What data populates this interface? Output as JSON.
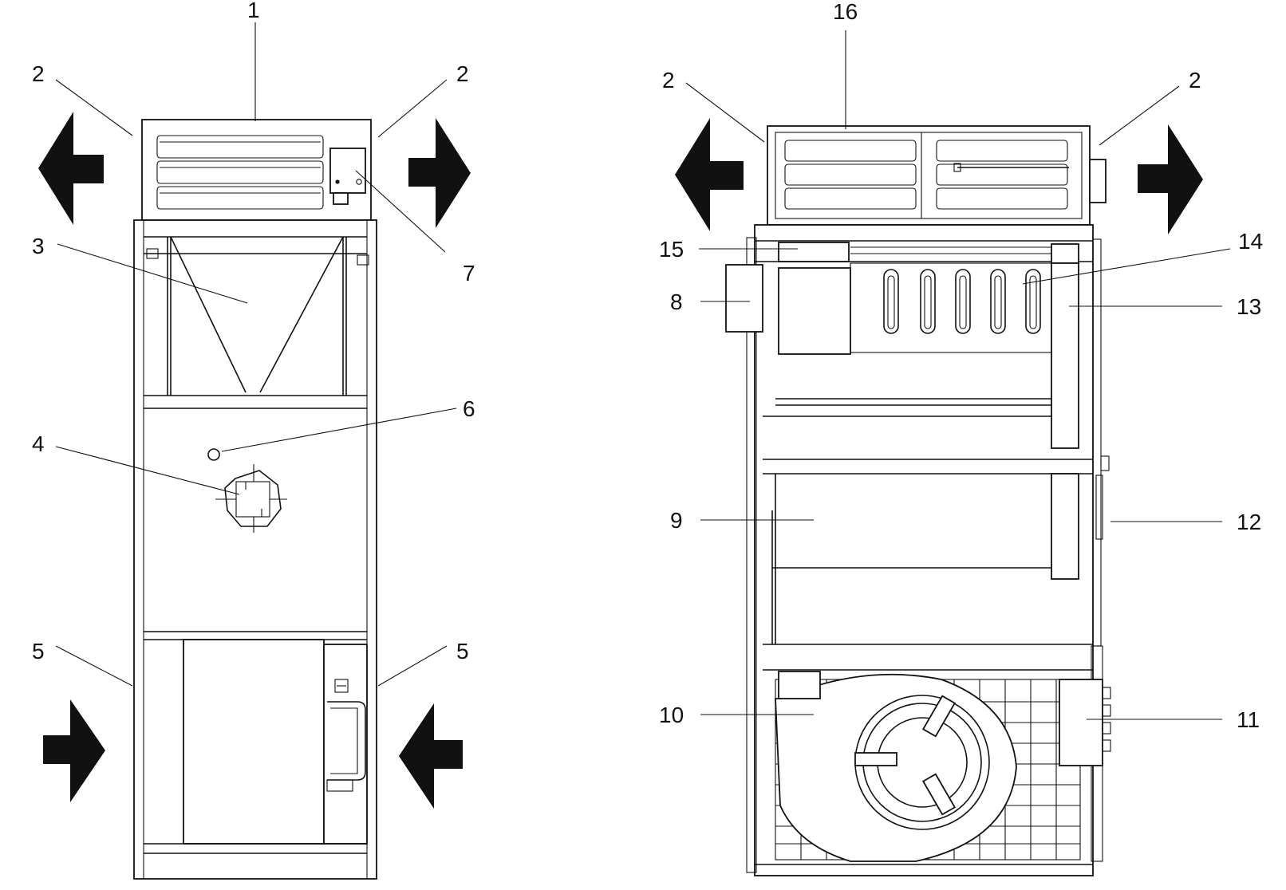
{
  "diagram": {
    "left_unit": {
      "labels": {
        "l1": "1",
        "l2a": "2",
        "l2b": "2",
        "l3": "3",
        "l4": "4",
        "l5a": "5",
        "l5b": "5",
        "l6": "6",
        "l7": "7"
      }
    },
    "right_unit": {
      "labels": {
        "r16": "16",
        "r2a": "2",
        "r2b": "2",
        "r15": "15",
        "r14": "14",
        "r8": "8",
        "r13": "13",
        "r9": "9",
        "r12": "12",
        "r10": "10",
        "r11": "11"
      }
    },
    "colors": {
      "ink": "#111111",
      "paper": "#ffffff"
    }
  }
}
